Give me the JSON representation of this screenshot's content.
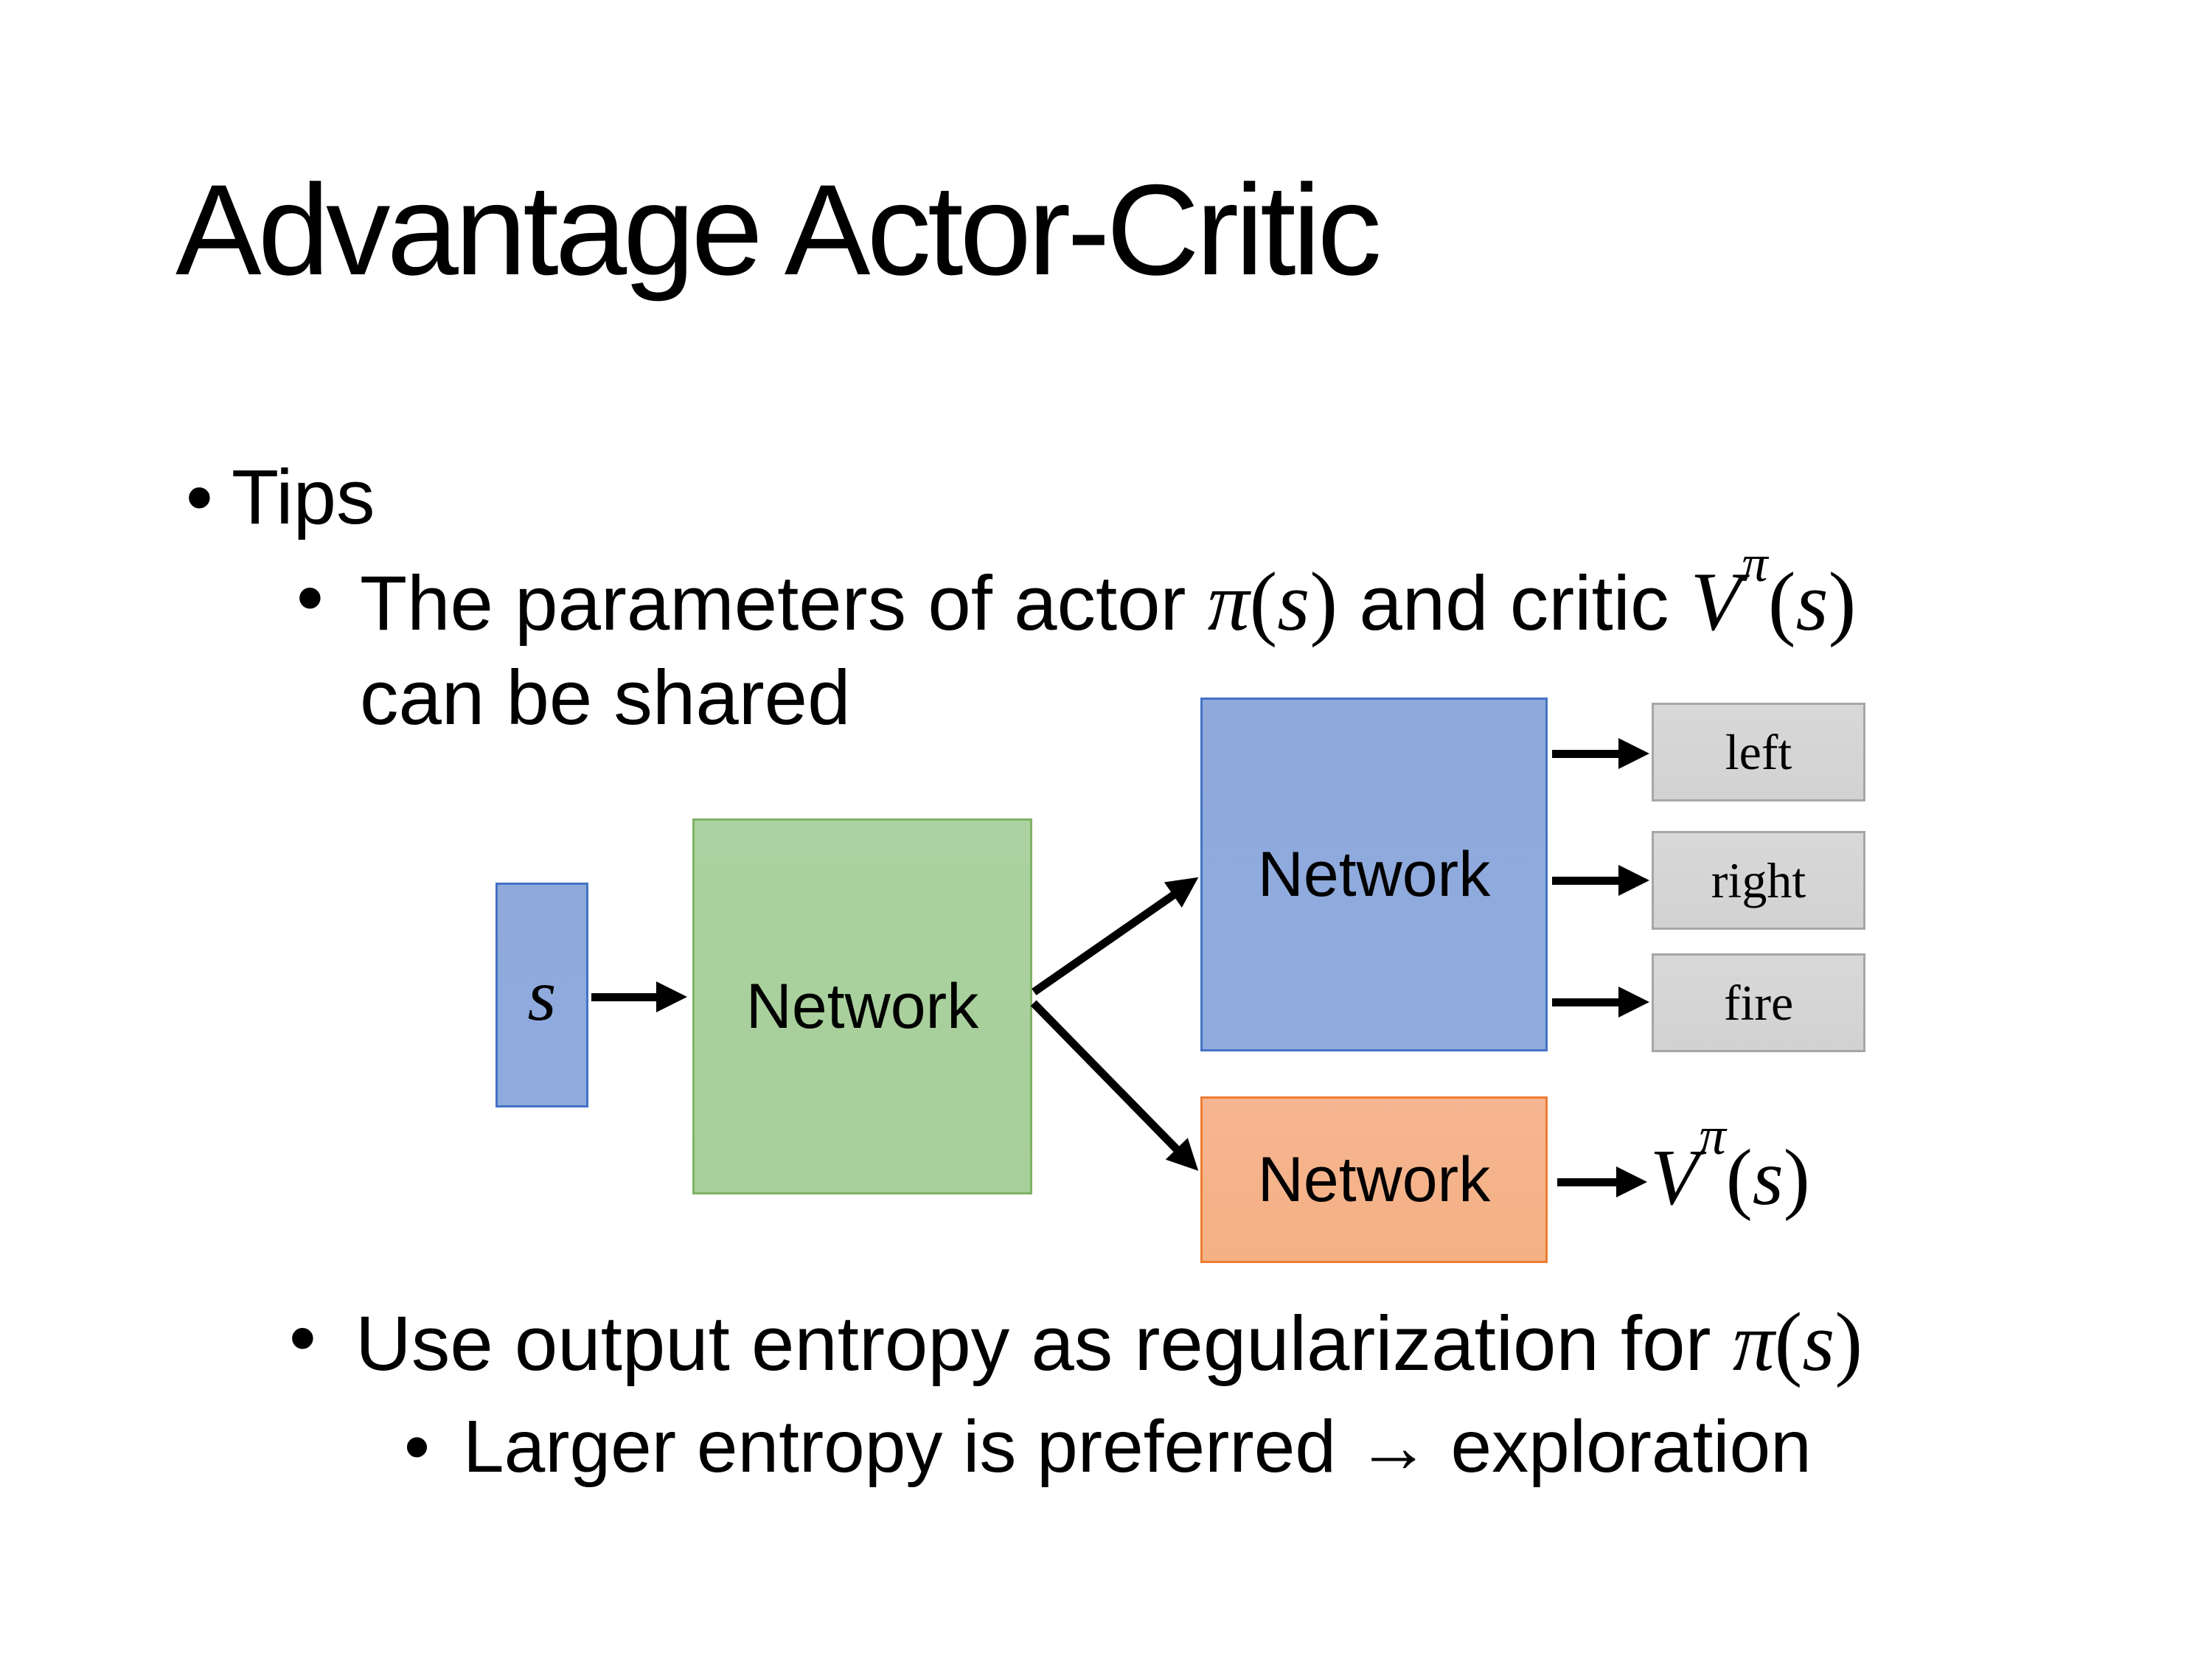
{
  "title": "Advantage Actor-Critic",
  "bullet_char": "•",
  "bullets": {
    "tips": "Tips",
    "param_pre": "The parameters of actor ",
    "param_mid": "  and critic ",
    "param_line2": "can be shared",
    "entropy_pre": "Use output entropy as regularization for ",
    "larger": "Larger entropy is preferred → exploration"
  },
  "math": {
    "pi": "π",
    "s": "s",
    "V": "V",
    "lparen": "(",
    "rparen": ")"
  },
  "diagram": {
    "input_label": "s",
    "shared_network_label": "Network",
    "actor_network_label": "Network",
    "critic_network_label": "Network",
    "action_labels": [
      "left",
      "right",
      "fire"
    ]
  },
  "colors": {
    "text": "#000000",
    "blue_fill": "#8FA9DB",
    "blue_fill2": "#8FAADC",
    "blue_border": "#4472C4",
    "green_fill": "#ABD2A0",
    "green_fill2": "#A7CF99",
    "green_border": "#7FB266",
    "orange_fill": "#F6B592",
    "orange_fill2": "#F4B183",
    "orange_border": "#ED7D31",
    "gray_fill": "#D8D8D8",
    "gray_fill2": "#D2D2D2",
    "gray_border": "#A6A6A6"
  }
}
